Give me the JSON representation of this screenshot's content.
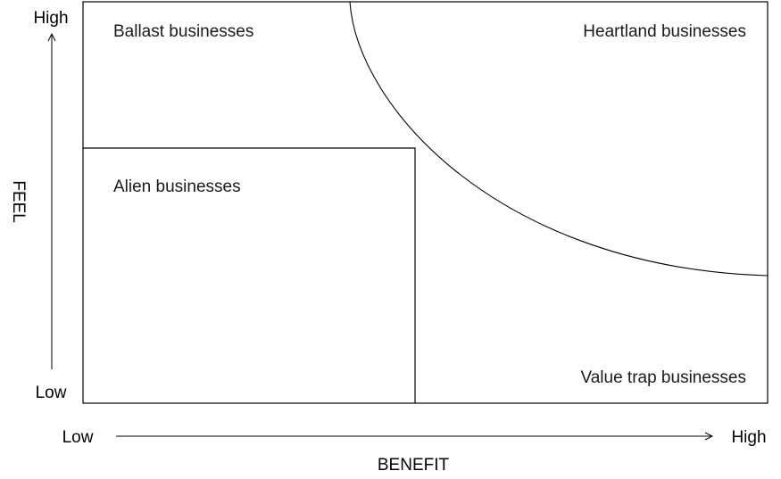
{
  "axes": {
    "y": {
      "title": "FEEL",
      "high_label": "High",
      "low_label": "Low"
    },
    "x": {
      "title": "BENEFIT",
      "low_label": "Low",
      "high_label": "High"
    }
  },
  "quadrants": [
    {
      "id": "ballast",
      "label": "Ballast businesses"
    },
    {
      "id": "heartland",
      "label": "Heartland businesses"
    },
    {
      "id": "alien",
      "label": "Alien businesses"
    },
    {
      "id": "value-trap",
      "label": "Value trap businesses"
    }
  ],
  "colors": {
    "line": "#000000",
    "background": "#ffffff"
  }
}
